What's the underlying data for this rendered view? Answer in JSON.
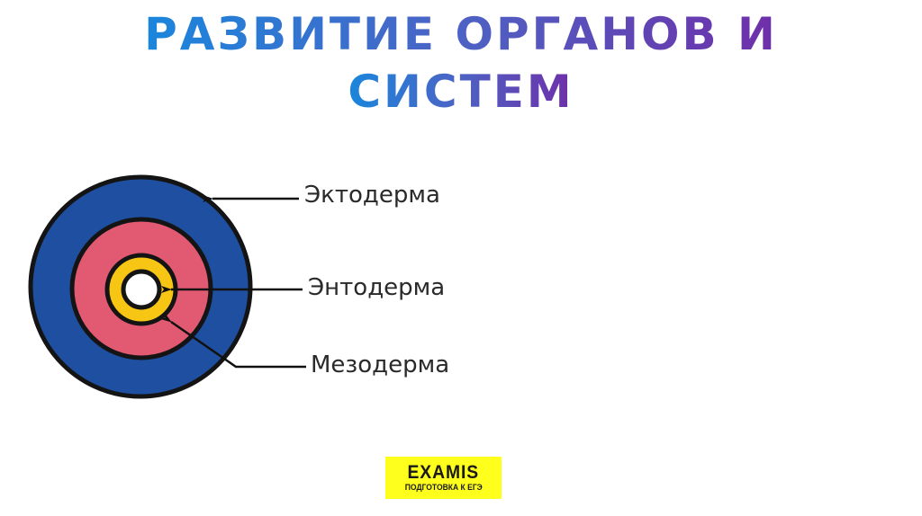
{
  "title": {
    "line1": "РАЗВИТИЕ ОРГАНОВ И",
    "line2": "СИСТЕМ",
    "gradient_start": "#1a86dc",
    "gradient_end": "#6f2fa9"
  },
  "diagram": {
    "description": "Cross-section of embryo germ layers (concentric circles)",
    "layers": [
      {
        "name": "Эктодерма",
        "color": "#1f4fa0",
        "role": "outer-ring"
      },
      {
        "name": "Мезодерма",
        "color": "#e25a72",
        "role": "middle-ring"
      },
      {
        "name": "Энтодерма",
        "color": "#f7c514",
        "role": "inner-ring"
      },
      {
        "name": "cavity",
        "color": "#ffffff",
        "role": "center"
      }
    ],
    "labels": {
      "ectoderm": "Эктодерма",
      "entoderm": "Энтодерма",
      "mesoderm": "Мезодерма"
    }
  },
  "badge": {
    "brand": "EXAMIS",
    "subtitle": "ПОДГОТОВКА К ЕГЭ",
    "color": "#ffff1e"
  }
}
